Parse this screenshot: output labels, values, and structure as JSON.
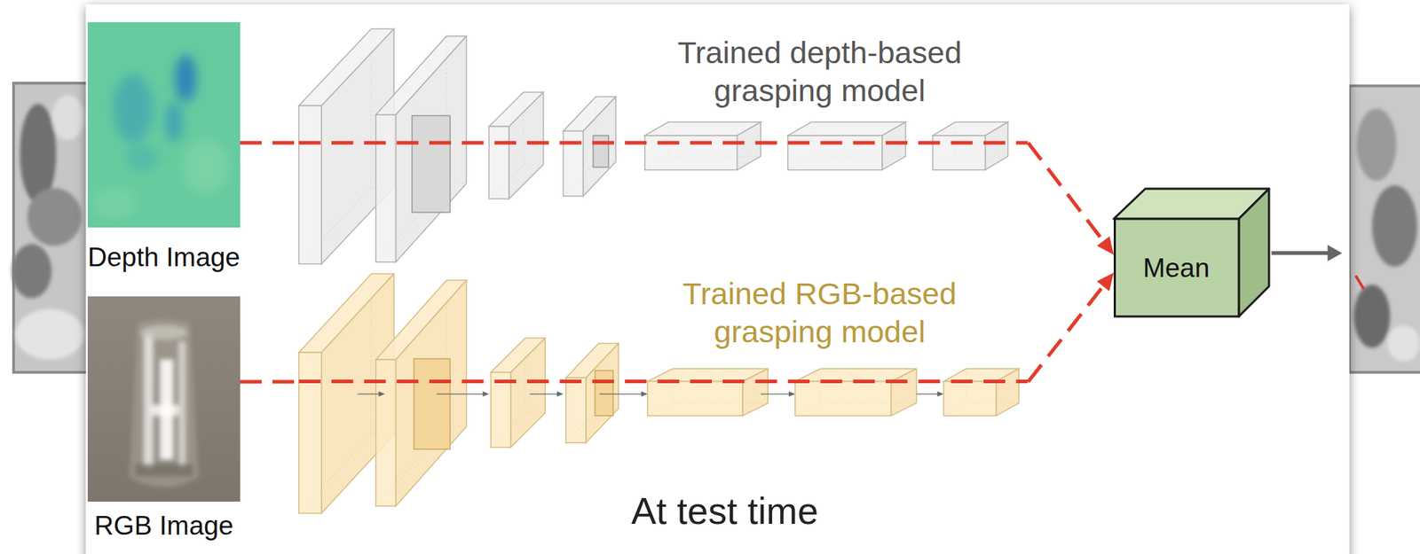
{
  "diagram": {
    "nodes": [
      {
        "text": [
          "Depth Image"
        ]
      },
      {
        "text": [
          "RGB Image"
        ]
      },
      {
        "text": [
          "Trained depth-based grasping model"
        ]
      },
      {
        "text": [
          "Trained RGB-based grasping model"
        ]
      },
      {
        "text": [
          "Mean"
        ]
      }
    ],
    "edges": [
      {
        "from": 0,
        "to": 2,
        "arrow": "none"
      },
      {
        "from": 1,
        "to": 3,
        "arrow": "none"
      },
      {
        "from": 2,
        "to": 4,
        "arrow": "to"
      },
      {
        "from": 3,
        "to": 4,
        "arrow": "to"
      }
    ],
    "labels": [
      "At test time"
    ]
  }
}
